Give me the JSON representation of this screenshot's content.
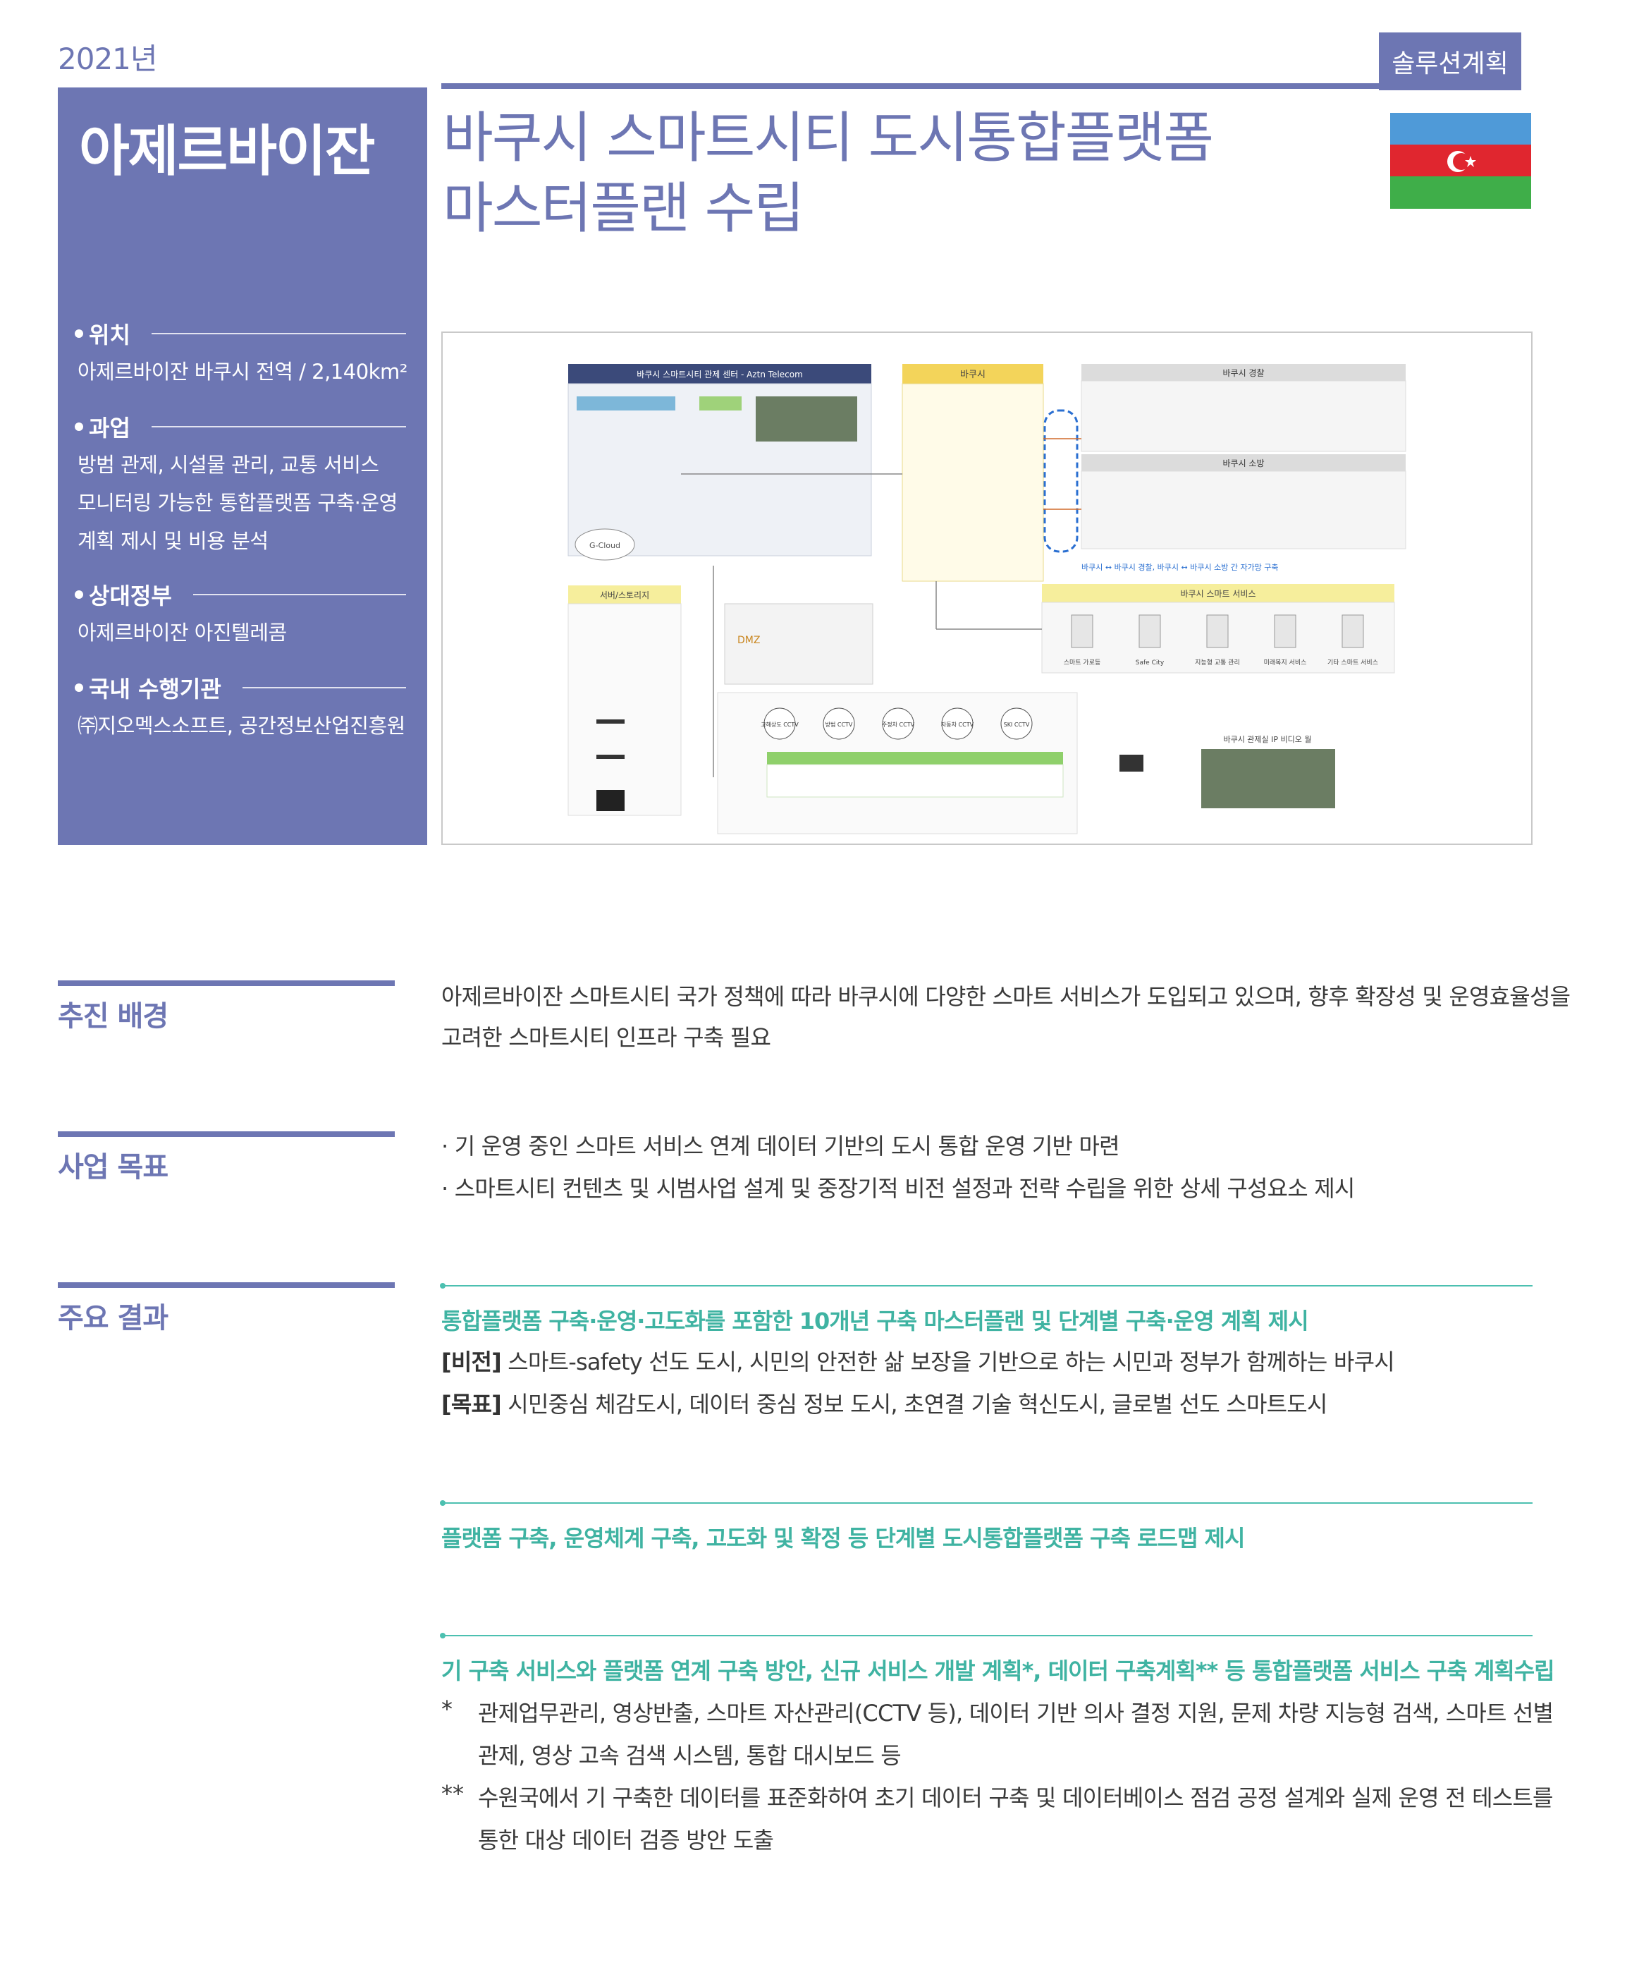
{
  "header": {
    "year": "2021년",
    "category": "솔루션계획",
    "title_line1": "바쿠시 스마트시티 도시통합플랫폼",
    "title_line2": "마스터플랜 수립"
  },
  "sidebar": {
    "country": "아제르바이잔",
    "location_label": "위치",
    "location": "아제르바이잔 바쿠시 전역 / 2,140km²",
    "task_label": "과업",
    "task_lines": [
      "방범 관제, 시설물 관리, 교통 서비스",
      "모니터링 가능한 통합플랫폼 구축·운영",
      "계획 제시 및 비용 분석"
    ],
    "partner_label": "상대정부",
    "partner": "아제르바이잔 아진텔레콤",
    "agency_label": "국내 수행기관",
    "agency": "㈜지오멕스소프트, 공간정보산업진흥원"
  },
  "flag": {
    "colors": [
      "#4f9ad8",
      "#e0262f",
      "#3fae49"
    ]
  },
  "diagram": {
    "center_title": "바쿠시 스마트시티 관제 센터 - Aztn Telecom",
    "baku_label": "바쿠시",
    "police_label": "바쿠시 경찰",
    "fire_label": "바쿠시 소방",
    "service_label": "바쿠시 스마트 서비스",
    "server_label": "서버/스토리지",
    "cctv_label": "바쿠시 관제실 IP 비디오 월",
    "legend": "바쿠시 ↔ 바쿠시 경찰, 바쿠시 ↔ 바쿠시 소방 간 자가망 구축",
    "dmz": "DMZ",
    "cloud": "G-Cloud",
    "cameras": [
      "고해상도 CCTV",
      "방범 CCTV",
      "주정차 CCTV",
      "자동차 CCTV",
      "SKI CCTV"
    ],
    "services": [
      "스마트 가로등",
      "Safe City",
      "지능형 교통 관리",
      "미래복지 서비스",
      "기타 스마트 서비스"
    ]
  },
  "sections": {
    "background_label": "추진 배경",
    "background_lines": [
      "아제르바이잔 스마트시티 국가 정책에 따라 바쿠시에 다양한 스마트 서비스가 도입되고 있으며, 향후 확장성 및 운영효율성을",
      "고려한 스마트시티 인프라 구축 필요"
    ],
    "goal_label": "사업 목표",
    "goal_lines": [
      "· 기 운영 중인 스마트 서비스 연계 데이터 기반의 도시 통합 운영 기반 마련",
      "· 스마트시티 컨텐츠 및 시범사업 설계 및 중장기적 비전 설정과 전략 수립을 위한 상세 구성요소 제시"
    ],
    "result_label": "주요 결과",
    "result1_title": "통합플랫폼 구축·운영·고도화를 포함한 10개년 구축 마스터플랜 및 단계별 구축·운영 계획 제시",
    "vision_tag": "[비전]",
    "vision_text": " 스마트-safety 선도 도시, 시민의 안전한 삶 보장을 기반으로 하는 시민과 정부가 함께하는 바쿠시",
    "goal_tag": "[목표]",
    "goal_text": " 시민중심 체감도시, 데이터 중심 정보 도시, 초연결 기술 혁신도시, 글로벌 선도 스마트도시",
    "result2_title": "플랫폼 구축, 운영체계 구축, 고도화 및 확정 등 단계별 도시통합플랫폼 구축 로드맵 제시",
    "result3_title": "기 구축 서비스와 플랫폼 연계 구축 방안, 신규 서비스 개발 계획*, 데이터 구축계획** 등 통합플랫폼 서비스 구축 계획수립",
    "note1_mark": "*",
    "note1_lines": [
      "관제업무관리, 영상반출, 스마트 자산관리(CCTV 등), 데이터 기반 의사 결정 지원, 문제 차량 지능형 검색, 스마트 선별",
      "관제, 영상 고속 검색 시스템, 통합 대시보드 등"
    ],
    "note2_mark": "**",
    "note2_lines": [
      "수원국에서 기 구축한 데이터를 표준화하여 초기 데이터 구축 및 데이터베이스 점검 공정 설계와 실제 운영 전 테스트를",
      "통한 대상 데이터 검증 방안 도출"
    ]
  }
}
